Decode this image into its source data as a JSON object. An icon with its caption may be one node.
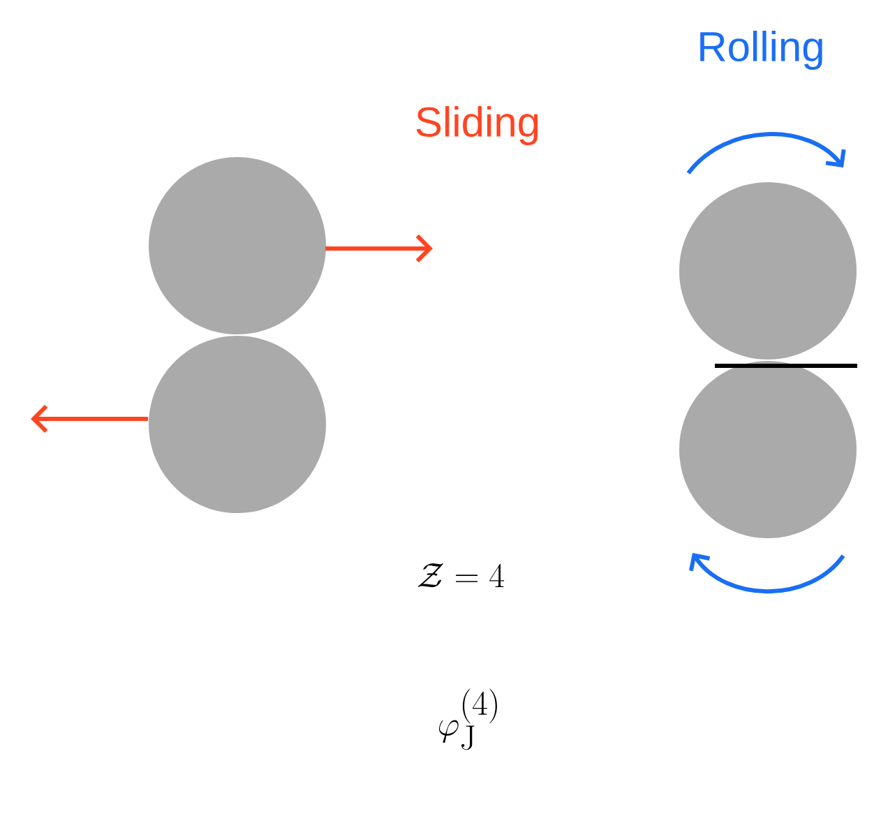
{
  "diagram": {
    "nodes": [
      {
        "text": [],
        "shape": "circle"
      },
      {
        "text": [],
        "shape": "circle"
      },
      {
        "text": [],
        "shape": "circle"
      },
      {
        "text": [],
        "shape": "circle"
      }
    ],
    "labels": [
      "Rolling",
      "Sliding",
      "\\mathcal{Z} = 4",
      "\\varphi_{\\mathrm{J}}^{(4)}"
    ]
  }
}
